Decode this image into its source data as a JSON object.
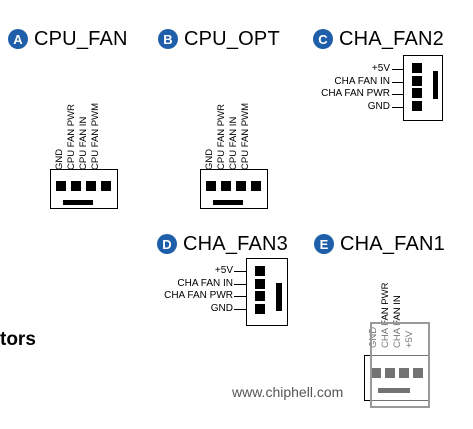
{
  "headers": {
    "a": {
      "badge": "A",
      "title": "CPU_FAN"
    },
    "b": {
      "badge": "B",
      "title": "CPU_OPT"
    },
    "c": {
      "badge": "C",
      "title": "CHA_FAN2"
    },
    "d": {
      "badge": "D",
      "title": "CHA_FAN3"
    },
    "e": {
      "badge": "E",
      "title": "CHA_FAN1"
    }
  },
  "pins_vertical": [
    "GND",
    "CPU FAN PWR",
    "CPU FAN IN",
    "CPU FAN PWM"
  ],
  "pins_cha": [
    "+5V",
    "CHA FAN IN",
    "CHA FAN PWR",
    "GND"
  ],
  "pins_cha1": [
    "GND",
    "CHA FAN PWR",
    "CHA FAN IN",
    "+5V"
  ],
  "side_text": "tors",
  "watermark": "www.chiphell.com",
  "colors": {
    "badge": "#1f5fa9"
  }
}
